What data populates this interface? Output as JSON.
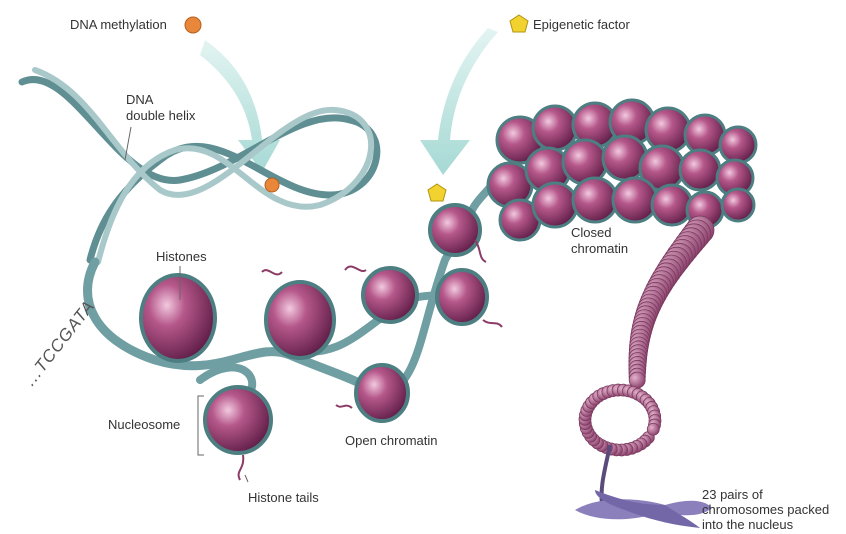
{
  "labels": {
    "dna_methylation": "DNA methylation",
    "epigenetic_factor": "Epigenetic factor",
    "dna_double_helix_line1": "DNA",
    "dna_double_helix_line2": "double helix",
    "histones": "Histones",
    "nucleosome": "Nucleosome",
    "histone_tails": "Histone tails",
    "open_chromatin": "Open chromatin",
    "closed_chromatin_line1": "Closed",
    "closed_chromatin_line2": "chromatin",
    "chromosomes_line1": "23 pairs of",
    "chromosomes_line2": "chromosomes packed",
    "chromosomes_line3": "into the nucleus",
    "dna_sequence": "...TCCGATA"
  },
  "colors": {
    "methyl_marker": "#e8873a",
    "epigenetic_marker": "#f2d22e",
    "arrow": "#bfe3e0",
    "dna_strand": "#6e9c9f",
    "histone": "#9a3f72",
    "histone_highlight": "#e7b8d2",
    "chromosome": "#8b80bb"
  }
}
